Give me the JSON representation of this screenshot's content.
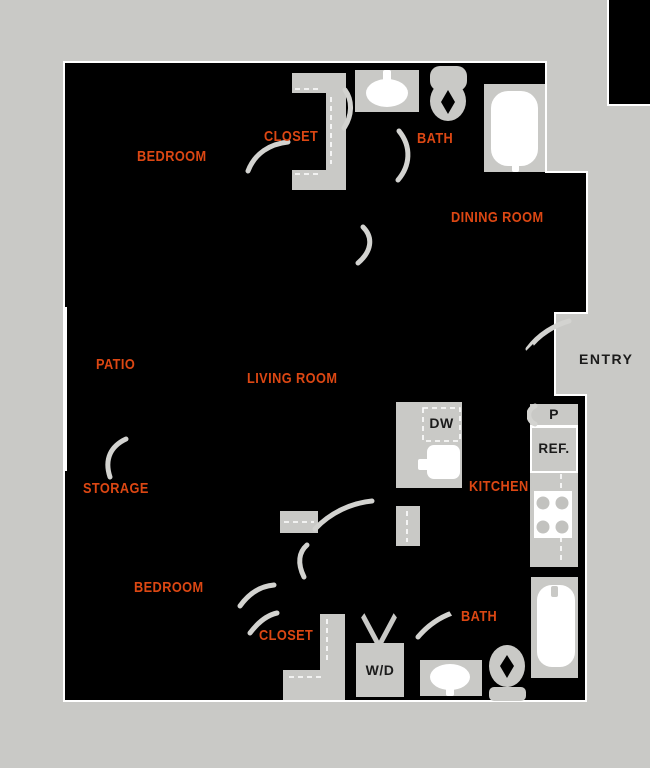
{
  "diagram_type": "apartment-floor-plan",
  "colors": {
    "background": "#C9C9C6",
    "plan_fill": "#000000",
    "fixture_gray": "#C9C9C6",
    "arc_gray": "#D3D3D0",
    "label_orange": "#DC4713",
    "label_black": "#1B1B1B",
    "line_white": "#FFFFFF",
    "burner_gray": "#C2C2BF"
  },
  "room_labels": {
    "bedroom_1": "BEDROOM",
    "closet_1": "CLOSET",
    "bath_1": "BATH",
    "dining_room": "DINING ROOM",
    "patio": "PATIO",
    "living_room": "LIVING ROOM",
    "kitchen": "KITCHEN",
    "storage": "STORAGE",
    "bedroom_2": "BEDROOM",
    "closet_2": "CLOSET",
    "bath_2": "BATH"
  },
  "fixture_labels": {
    "entry": "ENTRY",
    "dishwasher": "DW",
    "pantry": "P",
    "refrigerator": "REF.",
    "washer_dryer": "W/D"
  },
  "fixtures": [
    "sink-icon",
    "toilet-icon",
    "bathtub-icon",
    "closet-shelf-icon",
    "kitchen-counter-icon",
    "stove-icon",
    "door-swing-arc-icon",
    "bifold-door-icon"
  ]
}
